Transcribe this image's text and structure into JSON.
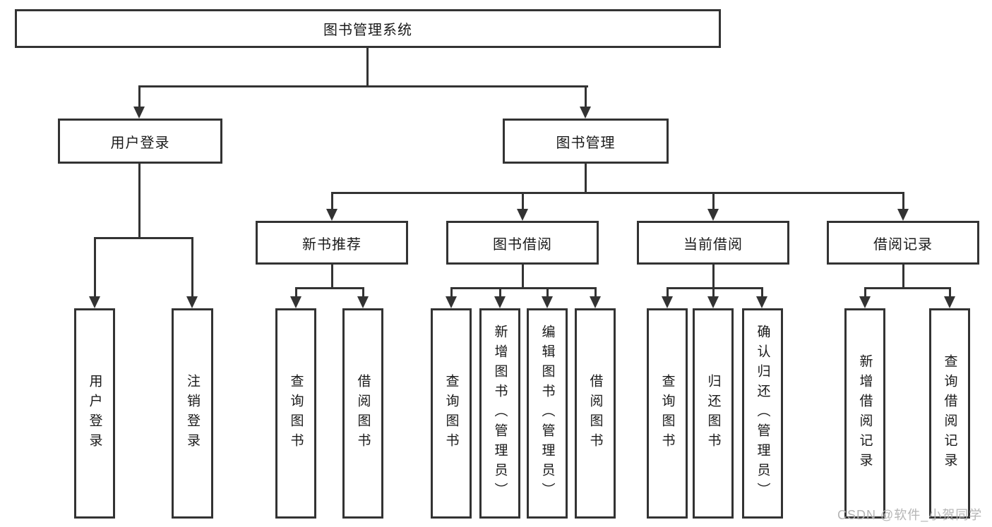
{
  "colors": {
    "line": "#333333",
    "box_border": "#333333",
    "text": "#1a1a1a",
    "background": "#ffffff",
    "watermark": "#b5b5b5"
  },
  "watermark": {
    "text": "CSDN @软件_小贺同学"
  },
  "tree": {
    "root": {
      "label": "图书管理系统"
    },
    "children": [
      {
        "label": "用户登录",
        "children": [
          {
            "label": "用户登录"
          },
          {
            "label": "注销登录"
          }
        ]
      },
      {
        "label": "图书管理",
        "children": [
          {
            "label": "新书推荐",
            "children": [
              {
                "label": "查询图书"
              },
              {
                "label": "借阅图书"
              }
            ]
          },
          {
            "label": "图书借阅",
            "children": [
              {
                "label": "查询图书"
              },
              {
                "label": "新增图书（管理员）"
              },
              {
                "label": "编辑图书（管理员）"
              },
              {
                "label": "借阅图书"
              }
            ]
          },
          {
            "label": "当前借阅",
            "children": [
              {
                "label": "查询图书"
              },
              {
                "label": "归还图书"
              },
              {
                "label": "确认归还（管理员）"
              }
            ]
          },
          {
            "label": "借阅记录",
            "children": [
              {
                "label": "新增借阅记录"
              },
              {
                "label": "查询借阅记录"
              }
            ]
          }
        ]
      }
    ]
  }
}
